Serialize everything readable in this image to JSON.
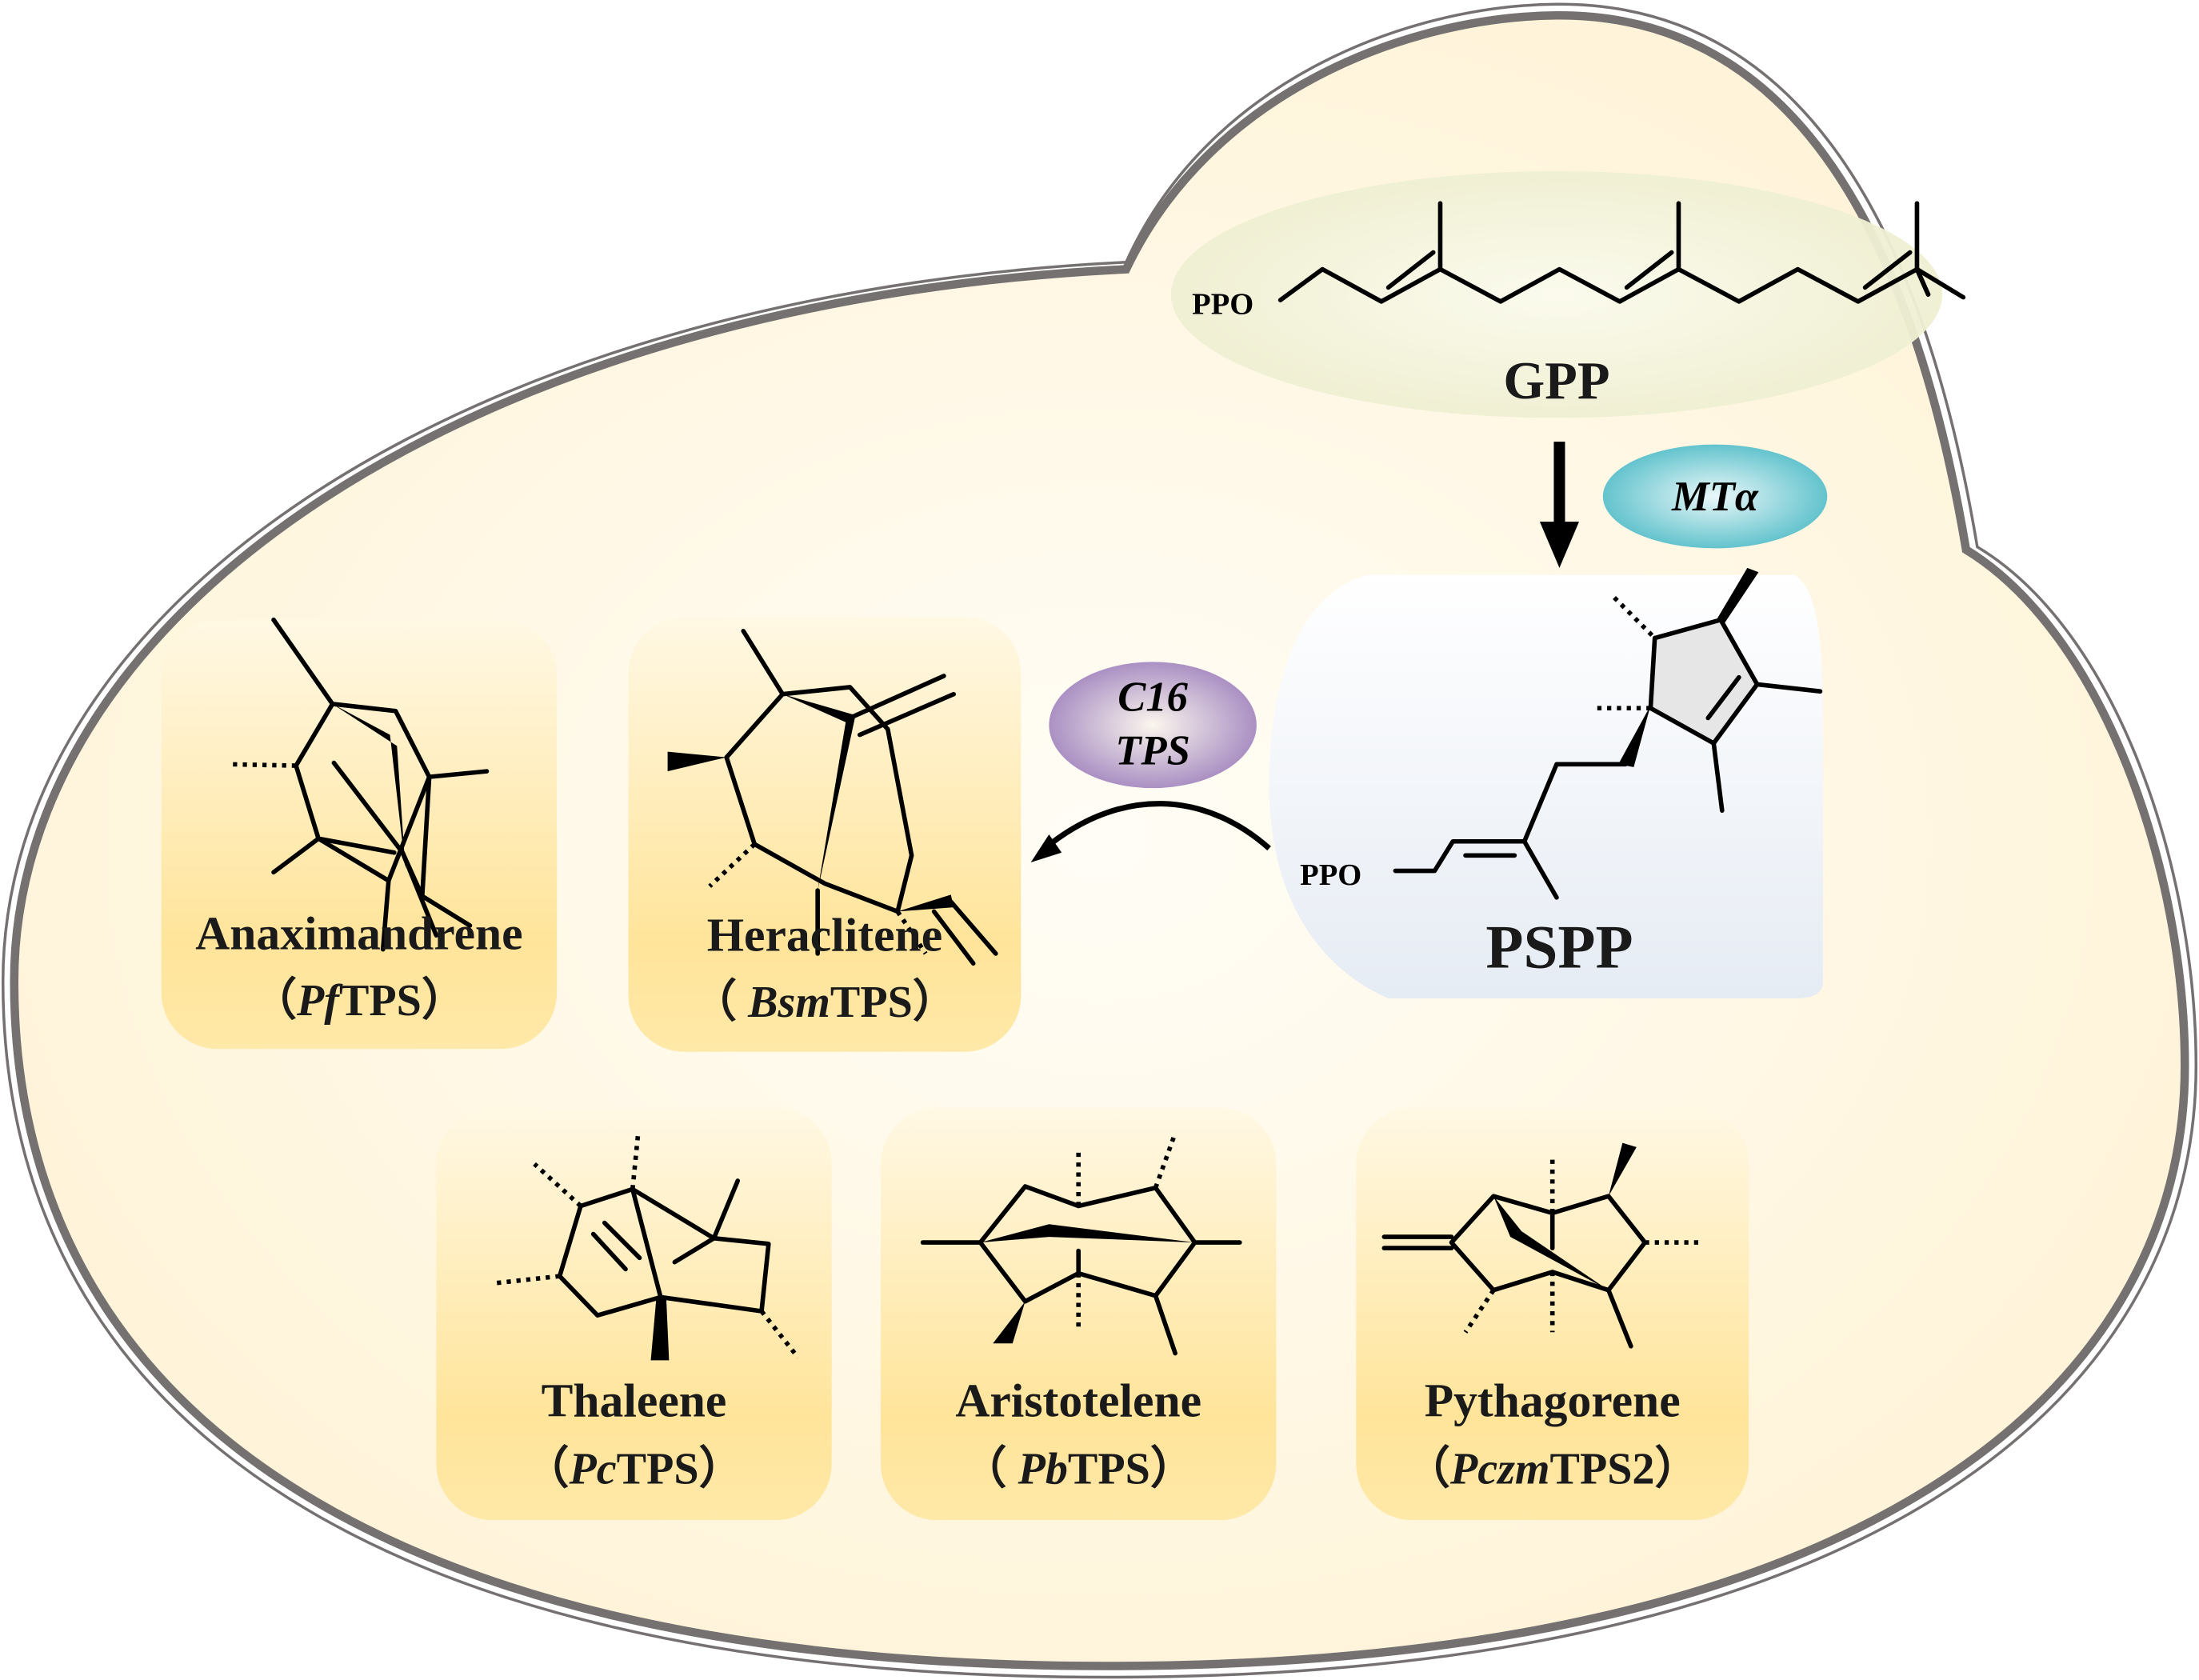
{
  "title": "Biosynthesis of C16 homoterpenes from GPP via PSPP",
  "colors": {
    "cell_fill": "#fff6df",
    "cell_border": "#767171",
    "product_box_top": "#fff7e0",
    "product_box_bottom": "#ffe08a",
    "gpp_highlight": "#f1f1d8",
    "pspp_box": "#e8eef5",
    "mta_enzyme": "#5cc1cc",
    "c16tps_enzyme": "#a88bc2",
    "cyclopentene_fill": "#e6e6e6"
  },
  "substrate": {
    "name": "GPP",
    "group_label": "PPO"
  },
  "intermediate": {
    "name": "PSPP",
    "group_label": "PPO"
  },
  "enzymes": {
    "methyltransferase": "MTα",
    "terpene_synthase_line1": "C16",
    "terpene_synthase_line2": "TPS"
  },
  "arrows": [
    {
      "from": "GPP",
      "to": "PSPP",
      "via": "MTα"
    },
    {
      "from": "PSPP",
      "to": "products",
      "via": "C16 TPS"
    }
  ],
  "products": [
    {
      "name": "Anaximandrene",
      "enzyme_italic": "Pf",
      "enzyme_rest": "TPS",
      "open": "（",
      "close": "）"
    },
    {
      "name": "Heraclitene",
      "enzyme_italic": "Bsm",
      "enzyme_rest": "TPS",
      "open": "（ ",
      "close": "）"
    },
    {
      "name": "Thaleene",
      "enzyme_italic": "Pc",
      "enzyme_rest": "TPS",
      "open": "（",
      "close": "）"
    },
    {
      "name": "Aristotelene",
      "enzyme_italic": "Pb",
      "enzyme_rest": "TPS",
      "open": "（ ",
      "close": "）"
    },
    {
      "name": "Pythagorene",
      "enzyme_italic": "Pczm",
      "enzyme_rest": "TPS2",
      "open": "（",
      "close": "）"
    }
  ]
}
